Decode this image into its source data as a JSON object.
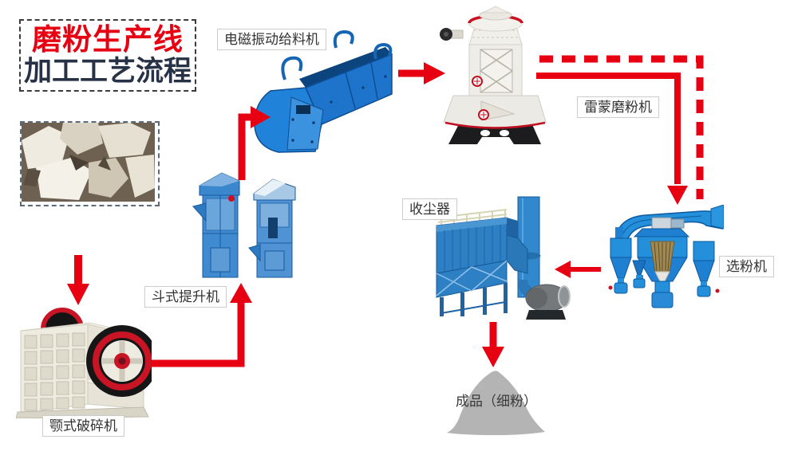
{
  "title": {
    "line1": "磨粉生产线",
    "line2": "加工工艺流程"
  },
  "labels": {
    "feeder": "电磁振动给料机",
    "mill": "雷蒙磨粉机",
    "elevator": "斗式提升机",
    "crusher": "颚式破碎机",
    "dust_collector": "收尘器",
    "classifier": "选粉机",
    "product": "成品（细粉）"
  },
  "flow_arrows": [
    {
      "from": "raw-material-photo",
      "to": "jaw-crusher",
      "style": "solid"
    },
    {
      "from": "jaw-crusher",
      "to": "bucket-elevator",
      "style": "solid"
    },
    {
      "from": "bucket-elevator",
      "to": "vibrating-feeder",
      "style": "solid"
    },
    {
      "from": "vibrating-feeder",
      "to": "raymond-mill",
      "style": "solid"
    },
    {
      "from": "raymond-mill",
      "to": "powder-classifier",
      "style": "solid"
    },
    {
      "from": "raymond-mill",
      "to": "powder-classifier",
      "style": "dashed"
    },
    {
      "from": "powder-classifier",
      "to": "dust-collector",
      "style": "solid"
    },
    {
      "from": "dust-collector",
      "to": "finished-product",
      "style": "solid"
    }
  ],
  "colors": {
    "arrow_red": "#e60012",
    "title_red": "#e60012",
    "title_dark": "#273246",
    "machine_blue": "#2490dc",
    "label_border": "#cccccc",
    "label_text": "#333333",
    "product_gray": "#b4b4b4"
  }
}
